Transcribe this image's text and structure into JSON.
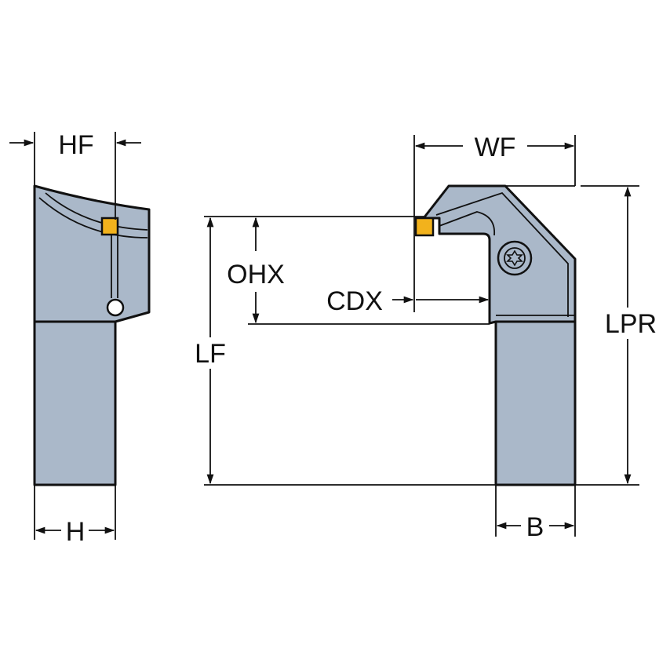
{
  "colors": {
    "tool_body": "#aab8c9",
    "insert": "#f2b21c",
    "line": "#111111",
    "background": "#ffffff"
  },
  "labels": {
    "hf": "HF",
    "h": "H",
    "wf": "WF",
    "ohx": "OHX",
    "cdx": "CDX",
    "lf": "LF",
    "lpr": "LPR",
    "b": "B"
  },
  "icons": {
    "screw": "torx-screw-icon"
  }
}
